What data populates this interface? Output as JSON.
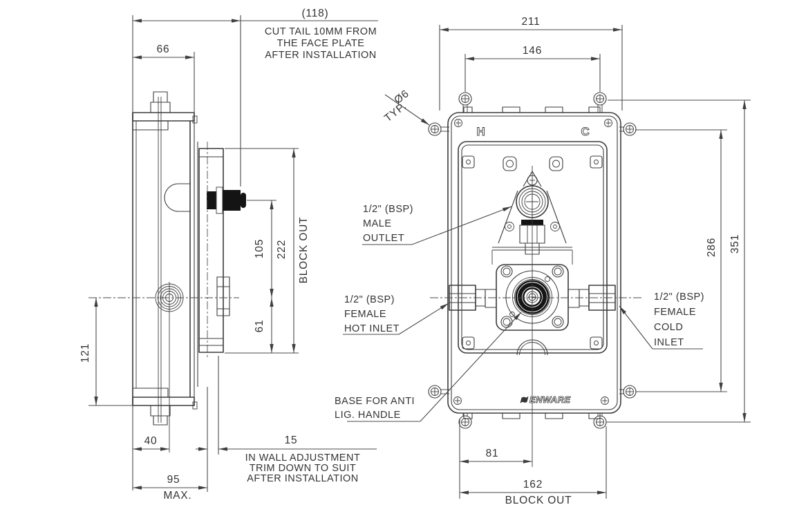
{
  "drawing": {
    "colors": {
      "line": "#3b3b3b",
      "dim_line": "#4a4a4a",
      "text": "#333333",
      "black_fill": "#141414",
      "background": "#ffffff"
    },
    "side_view": {
      "dims": {
        "d118": "(118)",
        "d66": "66",
        "d105": "105",
        "d61": "61",
        "d222": "222",
        "block_out": "BLOCK OUT",
        "d121": "121",
        "d40": "40",
        "d15": "15",
        "d95": "95",
        "max": "MAX."
      },
      "notes": {
        "cut_tail": [
          "CUT TAIL 10MM FROM",
          "THE FACE PLATE",
          "AFTER INSTALLATION"
        ],
        "in_wall": [
          "IN WALL ADJUSTMENT",
          "TRIM DOWN TO SUIT",
          "AFTER INSTALLATION"
        ]
      }
    },
    "front_view": {
      "dims": {
        "d211": "211",
        "d146": "146",
        "dia6": "Ø6",
        "typ": "TYP.",
        "d286": "286",
        "d351": "351",
        "d81": "81",
        "d162": "162",
        "block_out": "BLOCK OUT"
      },
      "labels": {
        "hot_marker": "H",
        "cold_marker": "C",
        "male_outlet": [
          "1/2\" (BSP)",
          "MALE",
          "OUTLET"
        ],
        "hot_inlet": [
          "1/2\" (BSP)",
          "FEMALE",
          "HOT INLET"
        ],
        "cold_inlet": [
          "1/2\" (BSP)",
          "FEMALE",
          "COLD",
          "INLET"
        ],
        "handle_base": [
          "BASE FOR ANTI",
          "LIG. HANDLE"
        ],
        "brand": {
          "wave": "≋",
          "name": "ENWARE"
        }
      }
    }
  }
}
